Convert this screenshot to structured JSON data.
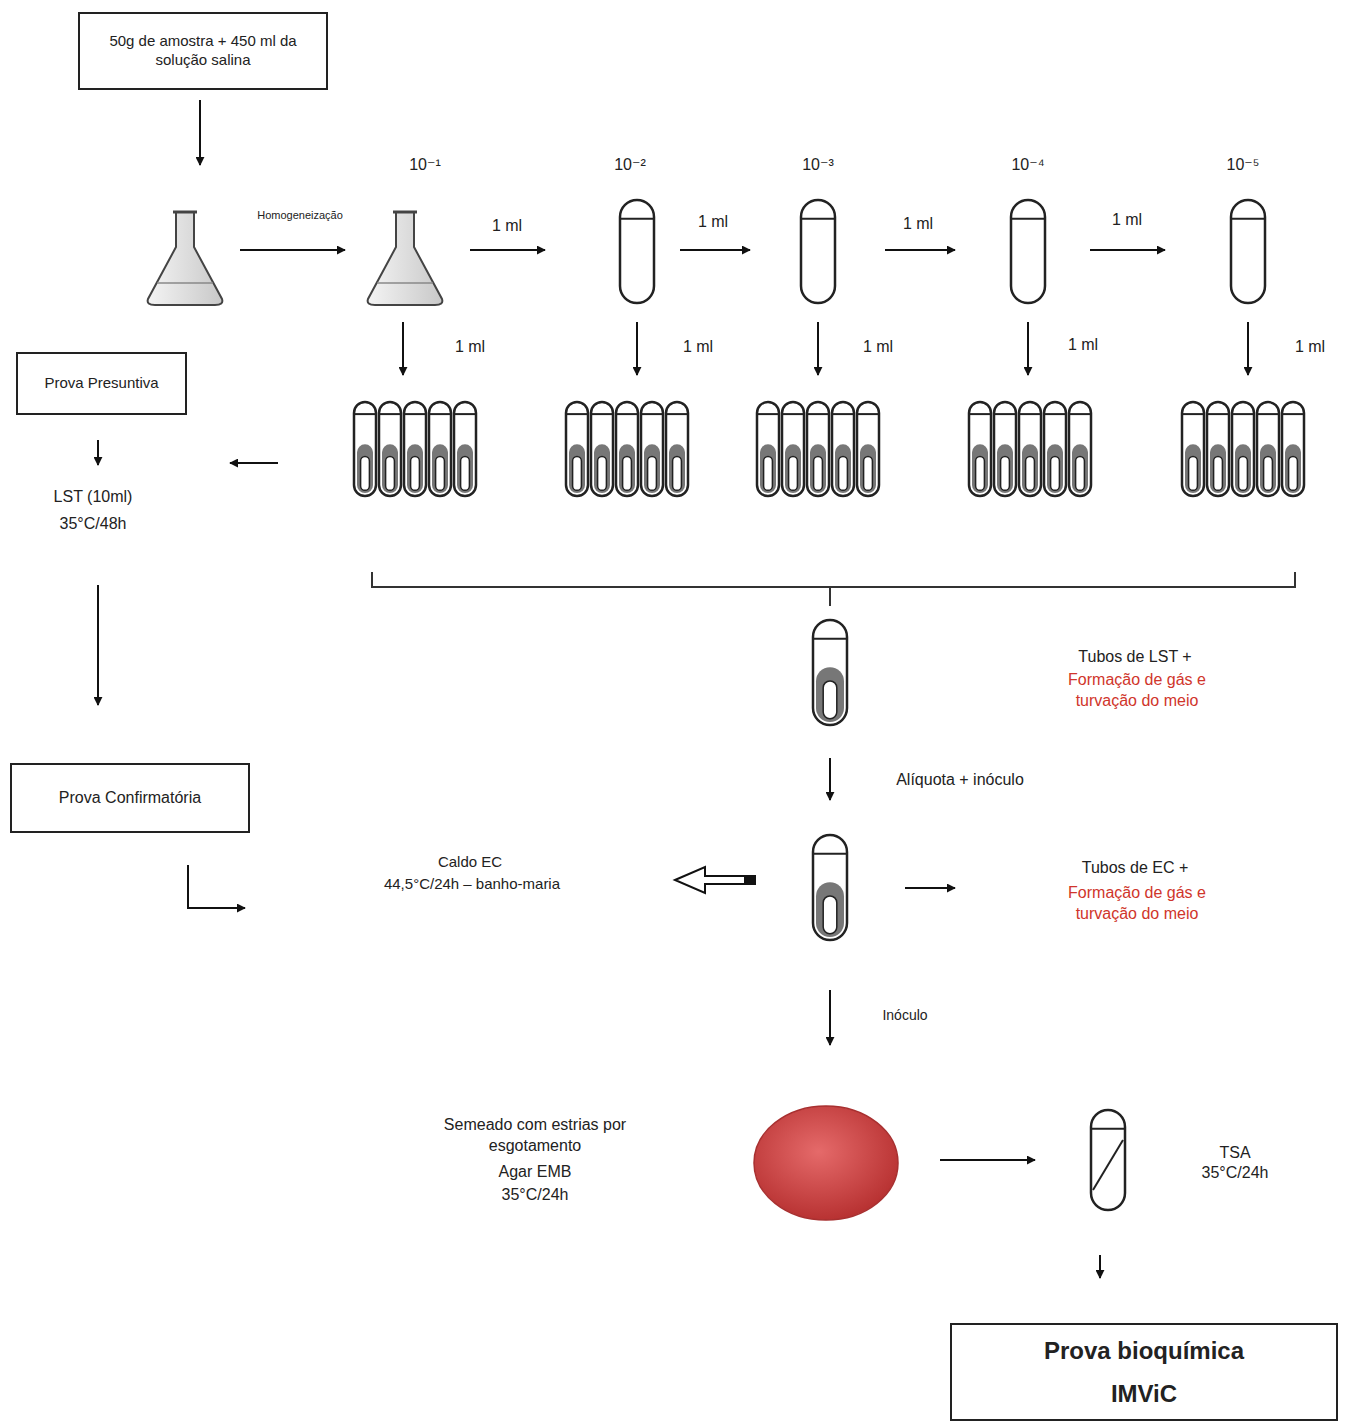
{
  "diagram": {
    "nodes": [
      {
        "text": [
          "50g de amostra + 450 ml da solução salina"
        ]
      },
      {
        "text": [
          "Prova Presuntiva"
        ]
      },
      {
        "text": [
          "Prova Confirmatória"
        ]
      },
      {
        "text": [
          "Prova bioquímica IMViC"
        ]
      }
    ],
    "labels": [
      "Homogeneização",
      "10⁻¹",
      "10⁻²",
      "10⁻³",
      "10⁻⁴",
      "10⁻⁵",
      "1 ml",
      "1 ml",
      "1 ml",
      "1 ml",
      "1 ml",
      "1 ml",
      "1 ml",
      "1 ml",
      "1 ml",
      "LST (10ml)",
      "35°C/48h",
      "Tubos de LST +",
      "Formação de gás e turvação do meio",
      "Alíquota + inóculo",
      "Caldo EC",
      "44,5°C/24h – banho-maria",
      "Tubos de EC +",
      "Formação de gás e turvação do meio",
      "Inóculo",
      "Semeado com estrias por esgotamento",
      "Agar EMB",
      "35°C/24h",
      "TSA",
      "35°C/24h"
    ]
  }
}
